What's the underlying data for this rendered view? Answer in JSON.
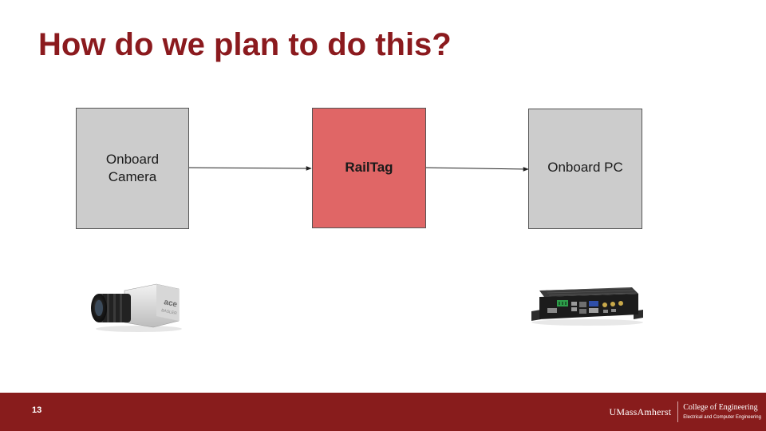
{
  "slide": {
    "title": "How do we plan to do this?",
    "number": "13"
  },
  "diagram": {
    "nodes": [
      {
        "id": "camera",
        "label": "Onboard Camera",
        "fill": "#cccccc"
      },
      {
        "id": "railtag",
        "label": "RailTag",
        "fill": "#e06666"
      },
      {
        "id": "pc",
        "label": "Onboard PC",
        "fill": "#cccccc"
      }
    ],
    "edges": [
      {
        "from": "camera",
        "to": "railtag"
      },
      {
        "from": "railtag",
        "to": "pc"
      }
    ]
  },
  "footer": {
    "logo_umass": "UMassAmherst",
    "logo_college": "College of Engineering",
    "logo_dept": "Electrical and Computer Engineering"
  },
  "colors": {
    "title": "#8b1a1e",
    "footer_bg": "#881c1c",
    "node_gray": "#cccccc",
    "node_highlight": "#e06666"
  },
  "icons": [
    "industrial-camera-photo",
    "embedded-pc-photo"
  ]
}
